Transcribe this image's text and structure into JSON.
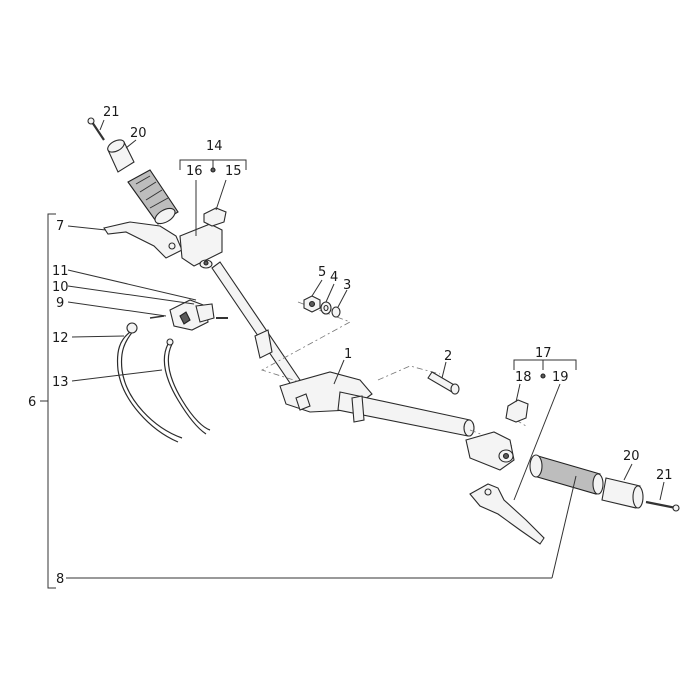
{
  "labels": {
    "l1": "1",
    "l2": "2",
    "l3": "3",
    "l4": "4",
    "l5": "5",
    "l6": "6",
    "l7": "7",
    "l8": "8",
    "l9": "9",
    "l10": "10",
    "l11": "11",
    "l12": "12",
    "l13": "13",
    "l14": "14",
    "l15": "15",
    "l16": "16",
    "l17": "17",
    "l18": "18",
    "l19": "19",
    "l20a": "20",
    "l21a": "21",
    "l20b": "20",
    "l21b": "21"
  },
  "colors": {
    "line": "#333333",
    "part_fill": "#f4f4f4",
    "part_dark": "#5a5a5a"
  }
}
